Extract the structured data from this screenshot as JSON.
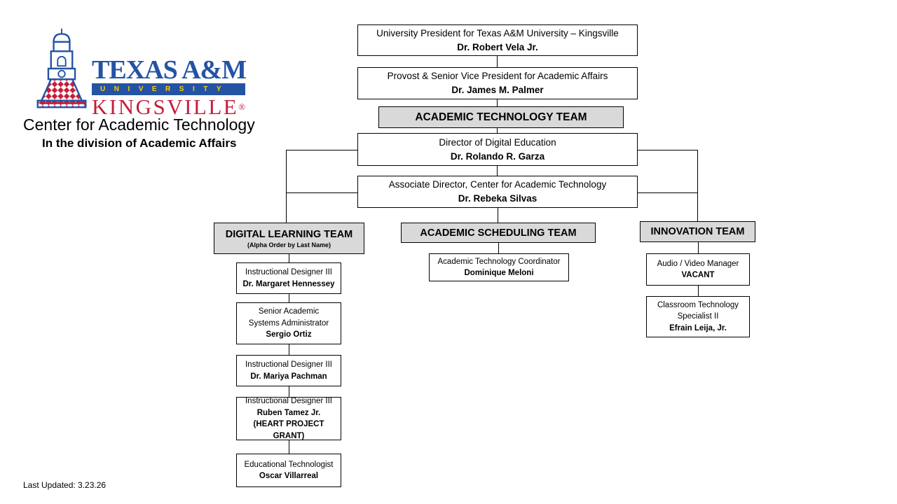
{
  "brand": {
    "line1": "TEXAS A&M",
    "line2": "UNIVERSITY",
    "line3": "KINGSVILLE",
    "registered": "®",
    "colors": {
      "blue": "#2553a4",
      "red": "#c41e3a",
      "yellow": "#ffd100"
    }
  },
  "header": {
    "title": "Center for Academic Technology",
    "subtitle": "In the division of Academic Affairs"
  },
  "footer": {
    "last_updated": "Last Updated: 3.23.26"
  },
  "org": {
    "president": {
      "title": "University President for Texas A&M University – Kingsville",
      "name": "Dr. Robert Vela Jr."
    },
    "provost": {
      "title": "Provost & Senior Vice President for Academic Affairs",
      "name": "Dr. James M. Palmer"
    },
    "team_banner": "ACADEMIC TECHNOLOGY TEAM",
    "director": {
      "title": "Director of Digital Education",
      "name": "Dr. Rolando R. Garza"
    },
    "associate_director": {
      "title": "Associate Director, Center for Academic Technology",
      "name": "Dr. Rebeka Silvas"
    },
    "teams": {
      "digital_learning": {
        "header": "DIGITAL LEARNING TEAM",
        "subheader": "(Alpha Order by Last Name)",
        "members": [
          {
            "title": "Instructional Designer III",
            "name": "Dr. Margaret Hennessey"
          },
          {
            "title": "Senior Academic\nSystems Administrator",
            "name": "Sergio Ortiz"
          },
          {
            "title": "Instructional Designer III",
            "name": "Dr. Mariya Pachman"
          },
          {
            "title": "Instructional Designer III",
            "name": "Ruben Tamez Jr.",
            "note": "(HEART PROJECT GRANT)"
          },
          {
            "title": "Educational Technologist",
            "name": "Oscar Villarreal"
          }
        ]
      },
      "academic_scheduling": {
        "header": "ACADEMIC SCHEDULING TEAM",
        "members": [
          {
            "title": "Academic Technology Coordinator",
            "name": "Dominique Meloni"
          }
        ]
      },
      "innovation": {
        "header": "INNOVATION TEAM",
        "members": [
          {
            "title": "Audio / Video Manager",
            "name": "VACANT"
          },
          {
            "title": "Classroom Technology\nSpecialist II",
            "name": "Efrain Leija, Jr."
          }
        ]
      }
    }
  }
}
